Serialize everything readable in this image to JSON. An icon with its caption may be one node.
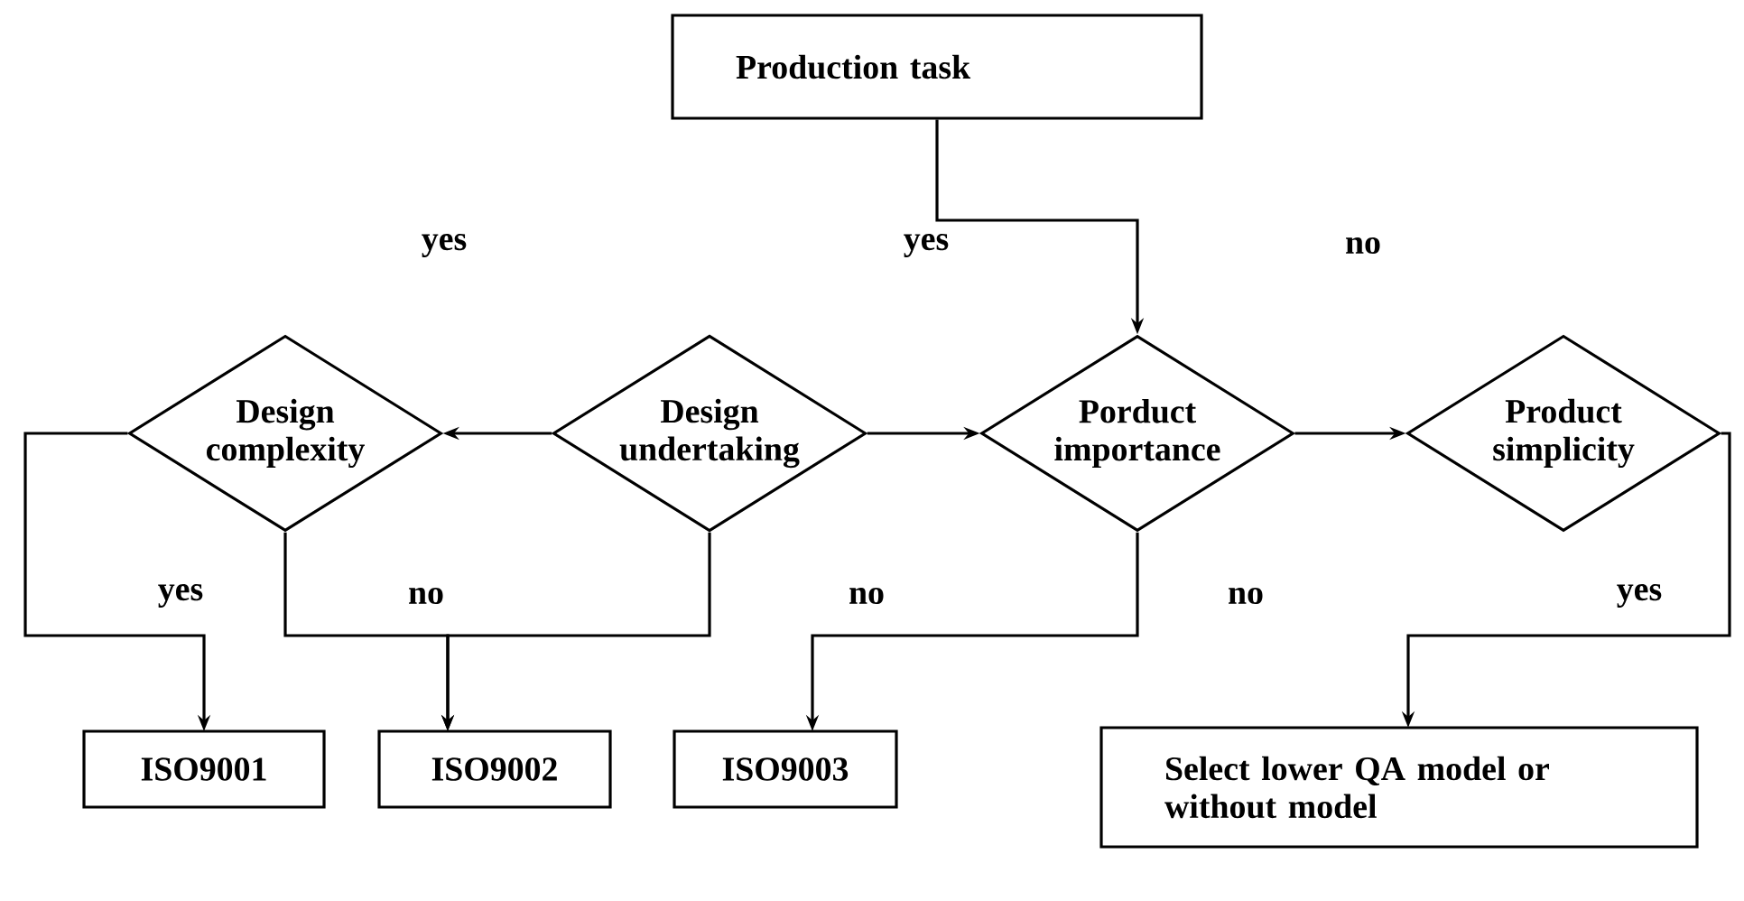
{
  "diagram": {
    "nodes": [
      {
        "text": [
          "Production task"
        ]
      },
      {
        "text": [
          "Design complexity"
        ]
      },
      {
        "text": [
          "Design undertaking"
        ]
      },
      {
        "text": [
          "Porduct importance"
        ]
      },
      {
        "text": [
          "Product simplicity"
        ]
      },
      {
        "text": [
          "ISO9001"
        ]
      },
      {
        "text": [
          "ISO9002"
        ]
      },
      {
        "text": [
          "ISO9003"
        ]
      },
      {
        "text": [
          "Select lower QA model or without model"
        ]
      }
    ],
    "edges": [
      {
        "from": 0,
        "to": 3,
        "arrow": "to"
      },
      {
        "from": 2,
        "to": 1,
        "arrow": "to"
      },
      {
        "from": 2,
        "to": 3,
        "arrow": "to"
      },
      {
        "from": 3,
        "to": 4,
        "arrow": "to"
      },
      {
        "from": 1,
        "to": 5,
        "arrow": "to",
        "label": "yes"
      },
      {
        "from": 1,
        "to": 6,
        "arrow": "to",
        "label": "no"
      },
      {
        "from": 2,
        "to": 6,
        "arrow": "to"
      },
      {
        "from": 3,
        "to": 7,
        "arrow": "to",
        "label": "no"
      },
      {
        "from": 4,
        "to": 8,
        "arrow": "to",
        "label": "yes"
      }
    ],
    "labels": [
      "yes",
      "yes",
      "no",
      "no"
    ]
  }
}
